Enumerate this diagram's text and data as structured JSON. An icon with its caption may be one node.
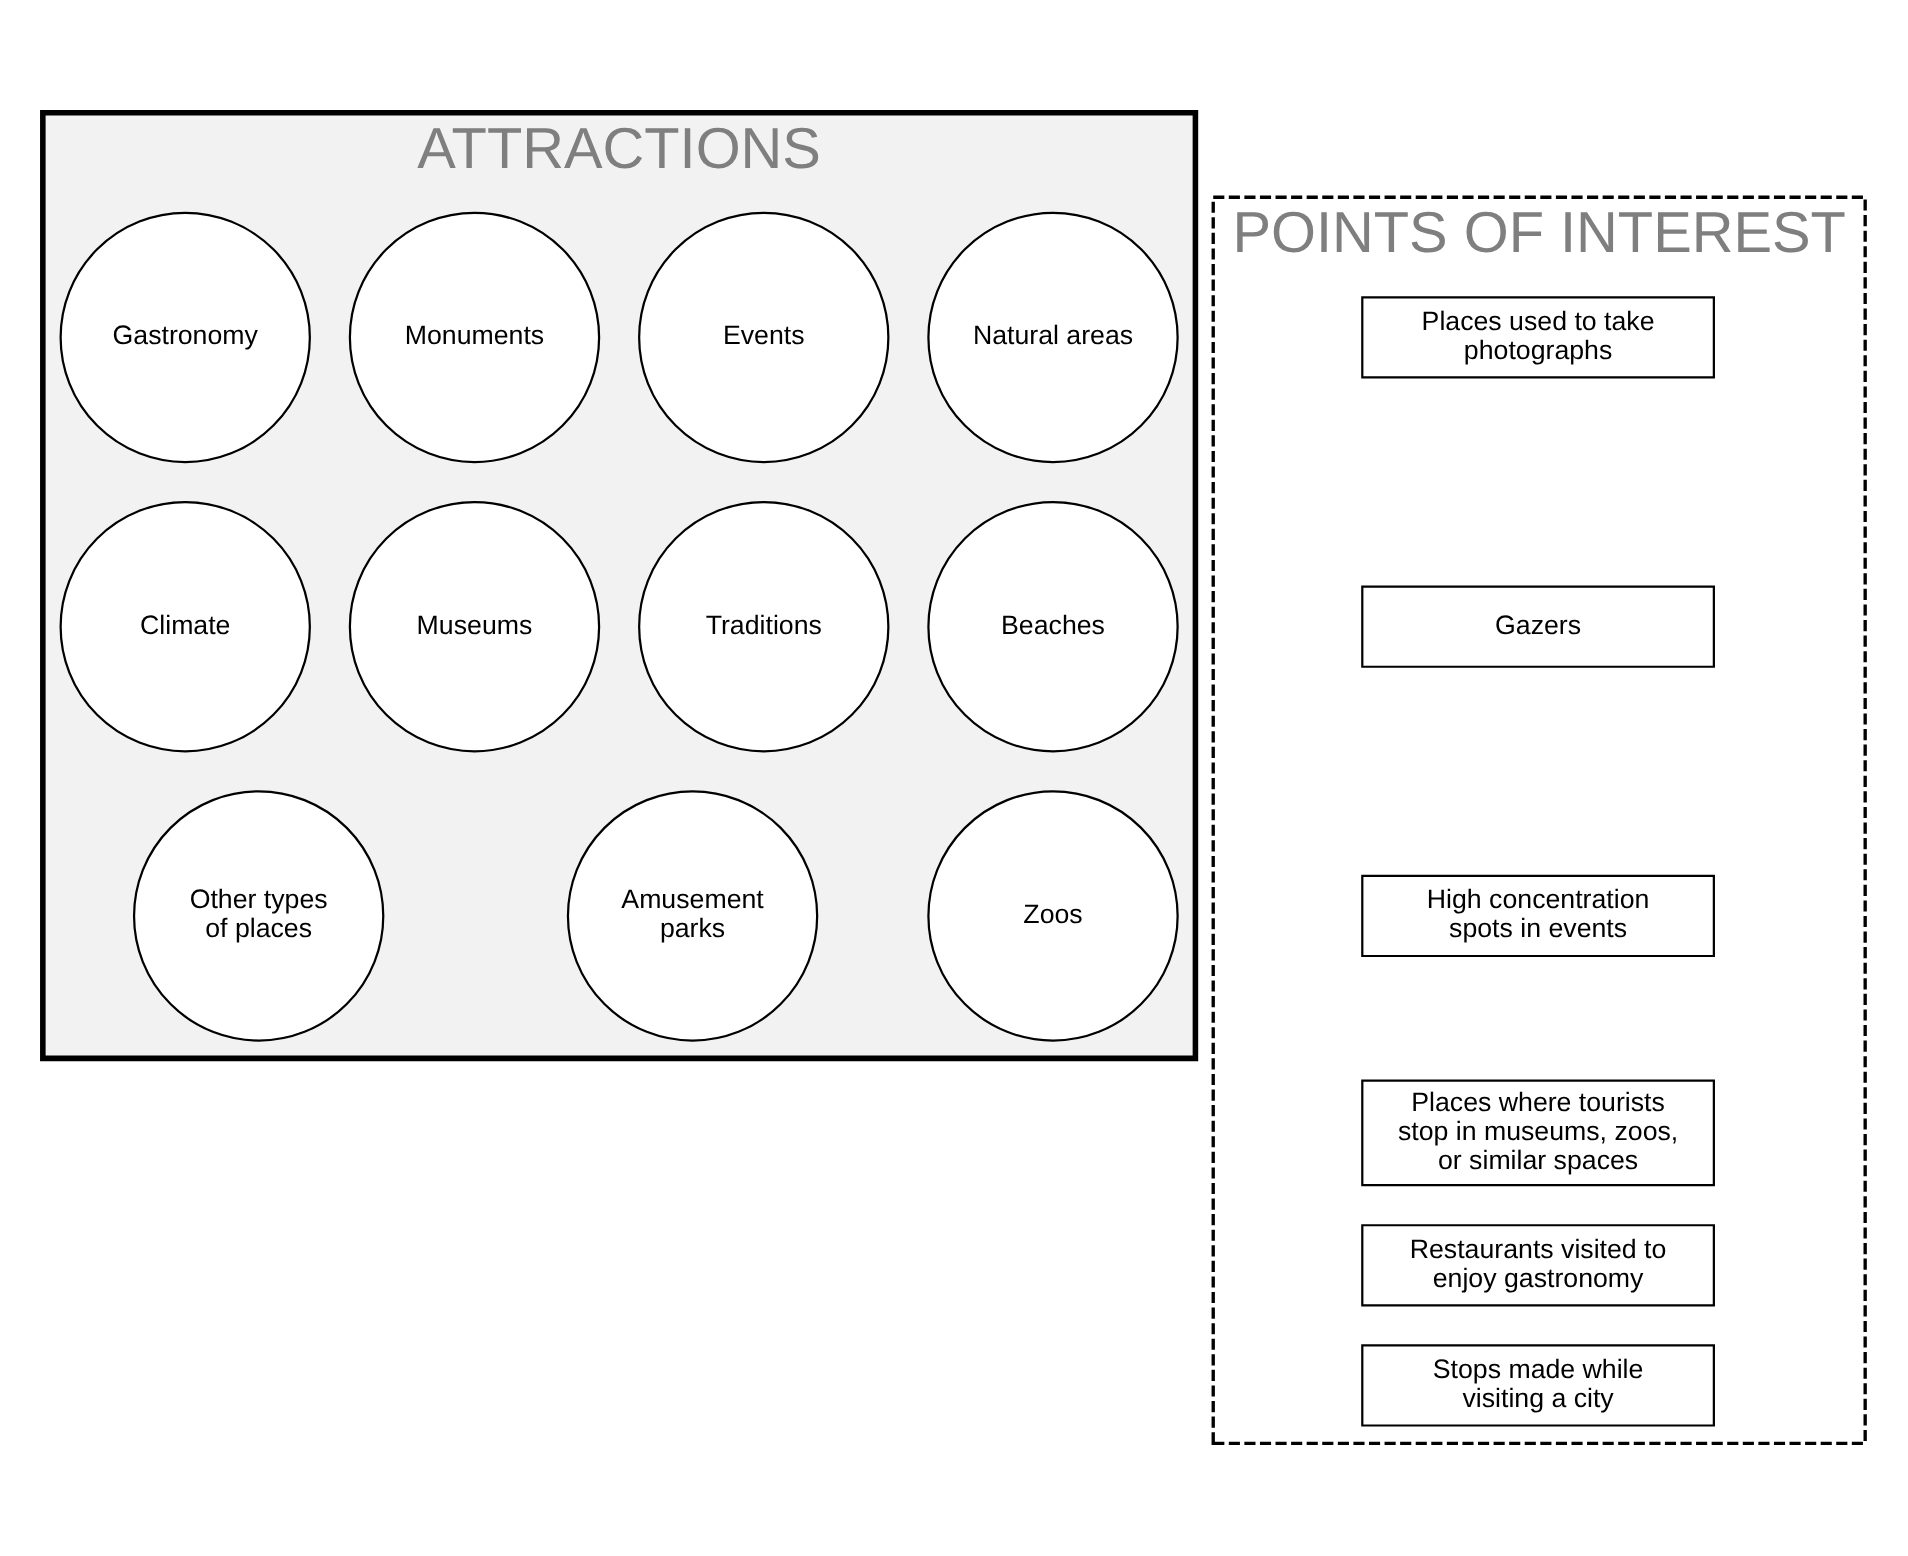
{
  "diagram": {
    "nodes": [
      {
        "text": [
          "ATTRACTIONS"
        ]
      },
      {
        "text": [
          "Natural areas"
        ],
        "in": 0
      },
      {
        "text": [
          "Events"
        ],
        "in": 0
      },
      {
        "text": [
          "Monuments"
        ],
        "in": 0
      },
      {
        "text": [
          "Gastronomy"
        ],
        "in": 0
      },
      {
        "text": [
          "Beaches"
        ],
        "in": 0
      },
      {
        "text": [
          "Traditions"
        ],
        "in": 0
      },
      {
        "text": [
          "Museums"
        ],
        "in": 0
      },
      {
        "text": [
          "Climate"
        ],
        "in": 0
      },
      {
        "text": [
          "Zoos"
        ],
        "in": 0
      },
      {
        "text": [
          "Amusement parks"
        ],
        "in": 0
      },
      {
        "text": [
          "Other types of places"
        ],
        "in": 0
      },
      {
        "text": [
          "POINTS OF INTEREST"
        ]
      },
      {
        "text": [
          "Places used to take photographs"
        ],
        "in": 12
      },
      {
        "text": [
          "Gazers"
        ],
        "in": 12
      },
      {
        "text": [
          "High concentration spots in events"
        ],
        "in": 12
      },
      {
        "text": [
          "Places where tourists stop in museums, zoos, or similar spaces"
        ],
        "in": 12
      },
      {
        "text": [
          "Restaurants visited to enjoy gastronomy"
        ],
        "in": 12
      },
      {
        "text": [
          "Stops made while visiting a city"
        ],
        "in": 12
      }
    ],
    "edges": []
  }
}
